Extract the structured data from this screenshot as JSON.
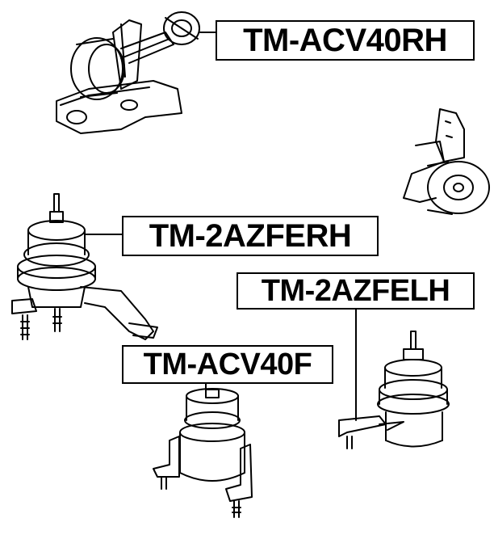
{
  "labels": {
    "acv40rh": "TM-ACV40RH",
    "azferh": "TM-2AZFERH",
    "azfelh": "TM-2AZFELH",
    "acv40f": "TM-ACV40F"
  }
}
